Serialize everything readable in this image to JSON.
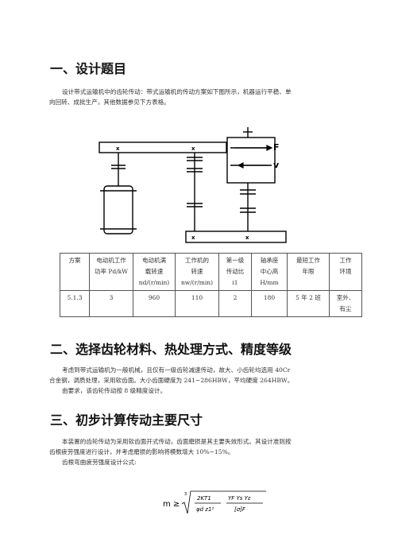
{
  "section1": {
    "heading": "一、设计题目",
    "para1_line1": "设计带式运输机中的齿轮传动：带式运输机的传动方案如下图所示，机器运行平稳、单",
    "para1_line2": "向回转、成批生产，其他数据参见下方表格。"
  },
  "diagram": {
    "label_force": "F",
    "label_velocity": "v",
    "label_x": "x"
  },
  "table": {
    "headers": [
      [
        "方案",
        "",
        ""
      ],
      [
        "电动机工作",
        "功率 Pd/kW",
        ""
      ],
      [
        "电动机满",
        "载转速",
        "nd/(r/min)"
      ],
      [
        "工作机的",
        "转速",
        "nw/(r/min)"
      ],
      [
        "第一级",
        "传动比",
        "i1"
      ],
      [
        "轴承座",
        "中心高",
        "H/mm"
      ],
      [
        "最短工作",
        "年限",
        ""
      ],
      [
        "工作",
        "环境",
        ""
      ]
    ],
    "row": [
      "5.1.3",
      "3",
      "960",
      "110",
      "2",
      "180",
      "5 年 2 班",
      "室外、",
      "有尘"
    ]
  },
  "section2": {
    "heading": "二、选择齿轮材料、热处理方式、精度等级",
    "line1": "考虑到带式运输机为一般机械，且仅有一级齿轮减速传动，故大、小齿轮均选用 40Cr",
    "line2": "合金钢，调质处理，采用软齿面。大小齿面硬度为 241~286HBW，平均硬度 264HBW。",
    "line3": "由要求，该齿轮传动按 8 级精度设计。"
  },
  "section3": {
    "heading": "三、初步计算传动主要尺寸",
    "line1": "本装置的齿轮传动为采用软齿面开式传动，齿面磨损是其主要失效形式。其设计准则按",
    "line2": "齿根疲劳强度进行设计，并考虑磨损的影响将模数增大 10%~15%。",
    "line3": "齿根弯曲疲劳强度设计公式:"
  },
  "formula": {
    "lhs": "m ≥",
    "root_index": "3",
    "frac1_num": "2KT1",
    "frac1_den": "φd z1²",
    "frac2_num": "YF Ys Yε",
    "frac2_den": "[σ]F"
  }
}
